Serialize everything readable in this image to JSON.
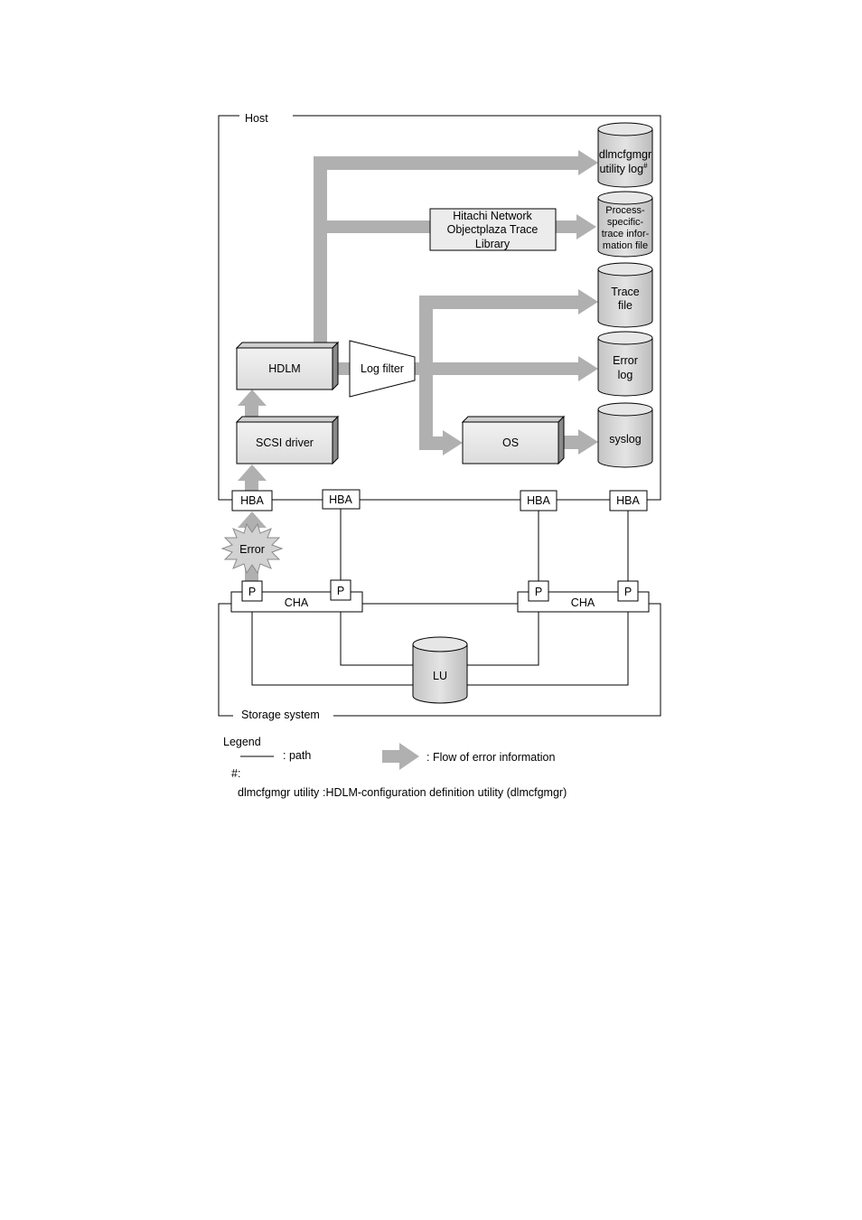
{
  "host": {
    "label": "Host"
  },
  "storage": {
    "label": "Storage system"
  },
  "components": {
    "hdlm": "HDLM",
    "scsi_driver": "SCSI driver",
    "log_filter": "Log filter",
    "os": "OS",
    "trace_library": [
      "Hitachi Network",
      "Objectplaza Trace",
      "Library"
    ]
  },
  "outputs": {
    "utility_log": {
      "line1": "dlmcfgmgr",
      "line2": "utility log",
      "mark": "#"
    },
    "process_trace": [
      "Process-",
      "specific-",
      "trace infor-",
      "mation file"
    ],
    "trace_file": [
      "Trace",
      "file"
    ],
    "error_log": [
      "Error",
      "log"
    ],
    "syslog": "syslog"
  },
  "hba": [
    "HBA",
    "HBA",
    "HBA",
    "HBA"
  ],
  "error": "Error",
  "ports": [
    "P",
    "P",
    "P",
    "P"
  ],
  "cha": [
    "CHA",
    "CHA"
  ],
  "lu": "LU",
  "legend": {
    "title": "Legend",
    "path": ": path",
    "flow": ": Flow of error information",
    "footnote_mark": "#:",
    "footnote_term": "dlmcfgmgr utility",
    "footnote_text": ":HDLM-configuration definition utility (dlmcfgmgr)"
  },
  "colors": {
    "flow_arrow": "#b0b0b0",
    "box_fill": "#e8e8e8",
    "cylinder_fill": "#d6d6d6",
    "line": "#000000"
  }
}
